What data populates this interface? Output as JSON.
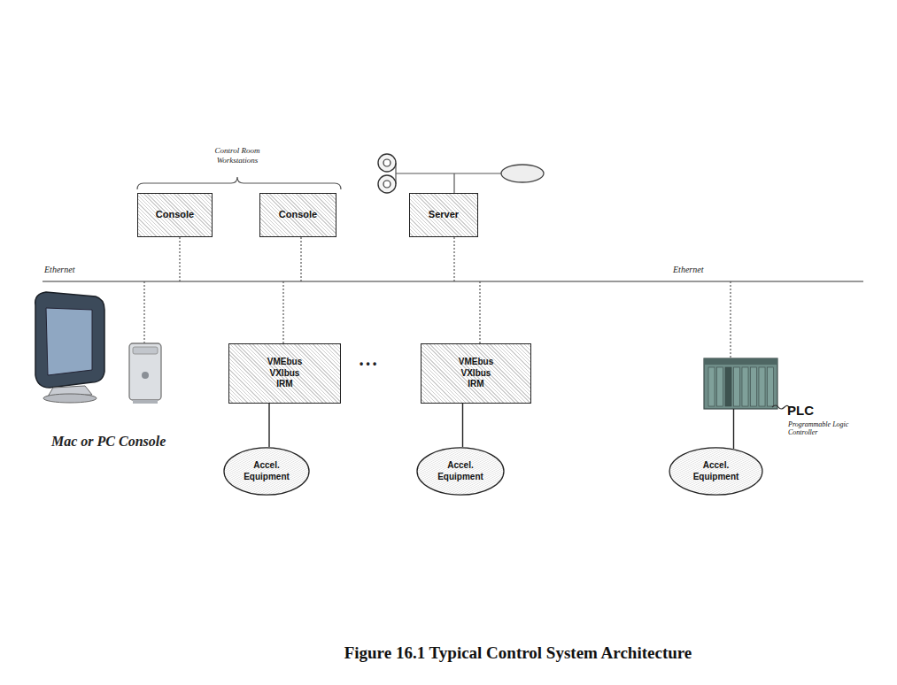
{
  "diagram": {
    "caption": "Figure 16.1 Typical Control System Architecture",
    "nodes": [
      {
        "text": [
          "Console"
        ]
      },
      {
        "text": [
          "Console"
        ]
      },
      {
        "text": [
          "Server"
        ]
      },
      {
        "text": [
          "VMEbus VXIbus IRM"
        ]
      },
      {
        "text": [
          "VMEbus VXIbus IRM"
        ]
      },
      {
        "text": [
          "PLC",
          "Programmable Logic Controller"
        ]
      },
      {
        "text": [
          "Accel. Equipment"
        ]
      },
      {
        "text": [
          "Accel. Equipment"
        ]
      },
      {
        "text": [
          "Accel. Equipment"
        ]
      }
    ],
    "edges": [
      {
        "from": 3,
        "to": 6,
        "arrow": "none"
      },
      {
        "from": 4,
        "to": 7,
        "arrow": "none"
      },
      {
        "from": 5,
        "to": 8,
        "arrow": "none"
      }
    ],
    "labels": [
      "Control Room Workstations",
      "Ethernet",
      "Ethernet",
      "• • •",
      "Mac or PC Console"
    ]
  }
}
